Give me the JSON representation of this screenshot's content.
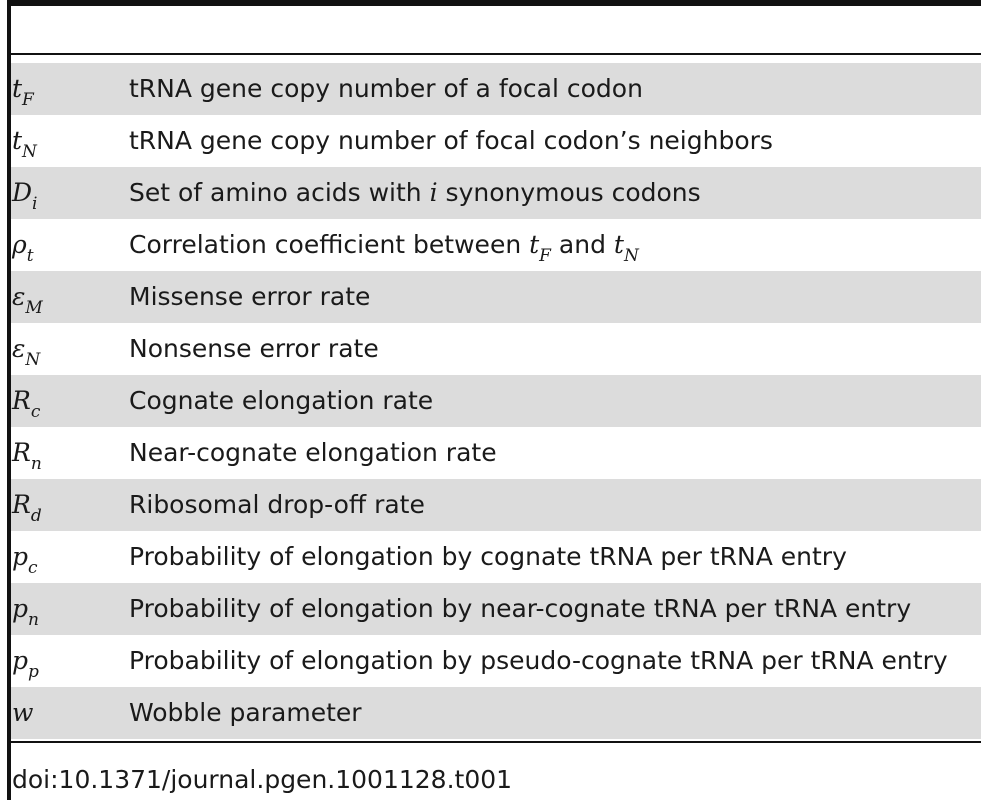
{
  "table": {
    "rows": [
      {
        "sym_main": "t",
        "sym_sub": "F",
        "desc_pre": "tRNA gene copy number of a focal codon",
        "math1_main": "",
        "math1_sub": "",
        "desc_mid": "",
        "math2_main": "",
        "math2_sub": "",
        "desc_post": ""
      },
      {
        "sym_main": "t",
        "sym_sub": "N",
        "desc_pre": "tRNA gene copy number of focal codon’s neighbors",
        "math1_main": "",
        "math1_sub": "",
        "desc_mid": "",
        "math2_main": "",
        "math2_sub": "",
        "desc_post": ""
      },
      {
        "sym_main": "D",
        "sym_sub": "i",
        "desc_pre": "Set of amino acids with ",
        "math1_main": "i",
        "math1_sub": "",
        "desc_mid": " synonymous codons",
        "math2_main": "",
        "math2_sub": "",
        "desc_post": ""
      },
      {
        "sym_main": "ρ",
        "sym_sub": "t",
        "desc_pre": "Correlation coefficient between ",
        "math1_main": "t",
        "math1_sub": "F",
        "desc_mid": " and ",
        "math2_main": "t",
        "math2_sub": "N",
        "desc_post": ""
      },
      {
        "sym_main": "ε",
        "sym_sub": "M",
        "desc_pre": "Missense error rate",
        "math1_main": "",
        "math1_sub": "",
        "desc_mid": "",
        "math2_main": "",
        "math2_sub": "",
        "desc_post": ""
      },
      {
        "sym_main": "ε",
        "sym_sub": "N",
        "desc_pre": "Nonsense error rate",
        "math1_main": "",
        "math1_sub": "",
        "desc_mid": "",
        "math2_main": "",
        "math2_sub": "",
        "desc_post": ""
      },
      {
        "sym_main": "R",
        "sym_sub": "c",
        "desc_pre": "Cognate elongation rate",
        "math1_main": "",
        "math1_sub": "",
        "desc_mid": "",
        "math2_main": "",
        "math2_sub": "",
        "desc_post": ""
      },
      {
        "sym_main": "R",
        "sym_sub": "n",
        "desc_pre": "Near-cognate elongation rate",
        "math1_main": "",
        "math1_sub": "",
        "desc_mid": "",
        "math2_main": "",
        "math2_sub": "",
        "desc_post": ""
      },
      {
        "sym_main": "R",
        "sym_sub": "d",
        "desc_pre": "Ribosomal drop-off rate",
        "math1_main": "",
        "math1_sub": "",
        "desc_mid": "",
        "math2_main": "",
        "math2_sub": "",
        "desc_post": ""
      },
      {
        "sym_main": "p",
        "sym_sub": "c",
        "desc_pre": "Probability of elongation by cognate tRNA per tRNA entry",
        "math1_main": "",
        "math1_sub": "",
        "desc_mid": "",
        "math2_main": "",
        "math2_sub": "",
        "desc_post": ""
      },
      {
        "sym_main": "p",
        "sym_sub": "n",
        "desc_pre": "Probability of elongation by near-cognate tRNA per tRNA entry",
        "math1_main": "",
        "math1_sub": "",
        "desc_mid": "",
        "math2_main": "",
        "math2_sub": "",
        "desc_post": ""
      },
      {
        "sym_main": "p",
        "sym_sub": "p",
        "desc_pre": "Probability of elongation by pseudo-cognate tRNA per tRNA entry",
        "math1_main": "",
        "math1_sub": "",
        "desc_mid": "",
        "math2_main": "",
        "math2_sub": "",
        "desc_post": ""
      },
      {
        "sym_main": "w",
        "sym_sub": "",
        "desc_pre": "Wobble parameter",
        "math1_main": "",
        "math1_sub": "",
        "desc_mid": "",
        "math2_main": "",
        "math2_sub": "",
        "desc_post": ""
      }
    ]
  },
  "footer": {
    "doi": "doi:10.1371/journal.pgen.1001128.t001"
  },
  "colors": {
    "shaded_row": "#dcdcdc",
    "rule": "#111111",
    "text": "#1a1a1a"
  }
}
